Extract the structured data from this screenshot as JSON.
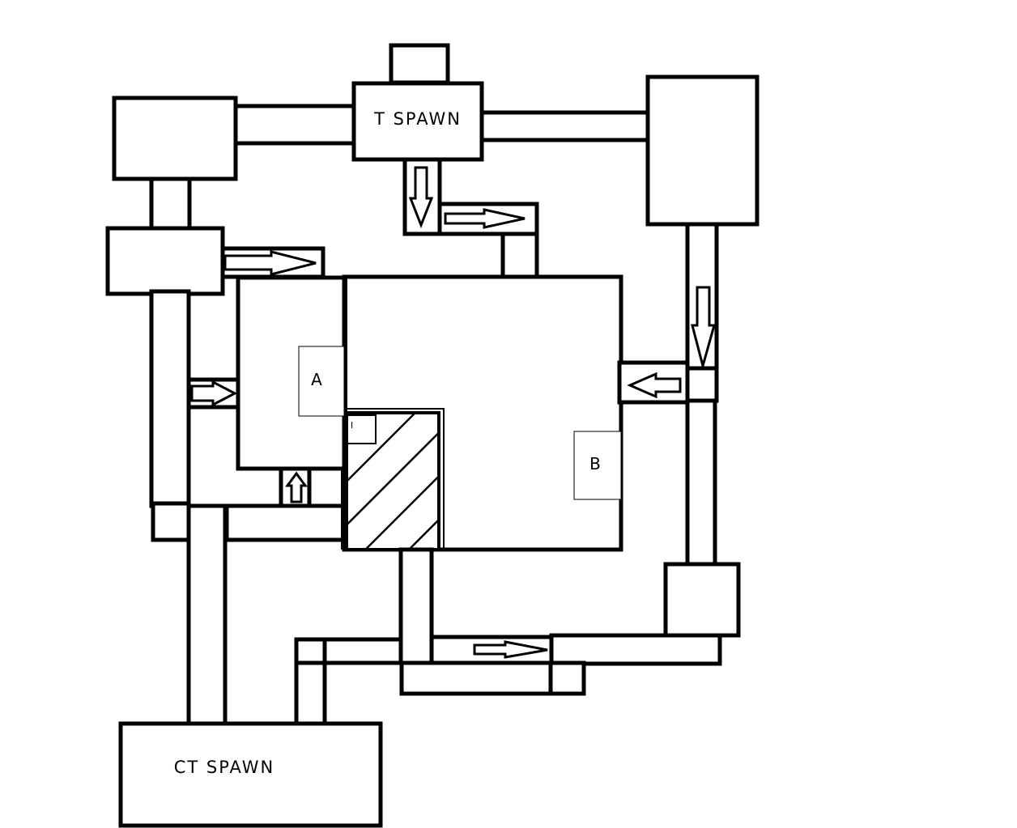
{
  "map": {
    "t_spawn_label": "T SPAWN",
    "ct_spawn_label": "CT SPAWN",
    "site_a_label": "A",
    "site_b_label": "B",
    "small_marker_label": "I"
  },
  "colors": {
    "stroke": "#000000",
    "background": "#ffffff"
  }
}
